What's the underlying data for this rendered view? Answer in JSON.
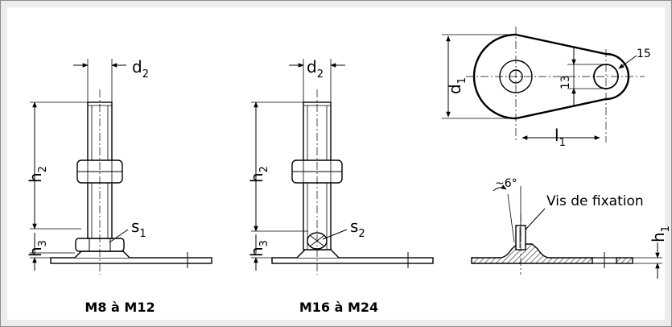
{
  "captions": {
    "left": "M8 à M12",
    "middle": "M16 à M24"
  },
  "labels": {
    "d": "d",
    "d_sub_2": "2",
    "d_sub_1": "1",
    "h": "h",
    "h_sub_1": "1",
    "h_sub_2": "2",
    "h_sub_3": "3",
    "s": "s",
    "s_sub_1": "1",
    "s_sub_2": "2",
    "l": "l",
    "l_sub_1": "1",
    "dim_13": "13",
    "dim_15": "15",
    "angle": "~6°",
    "fixing_screw": "Vis de fixation"
  },
  "colors": {
    "background": "#ececec",
    "panel": "#ffffff",
    "line": "#000000",
    "hatch": "#555555"
  }
}
